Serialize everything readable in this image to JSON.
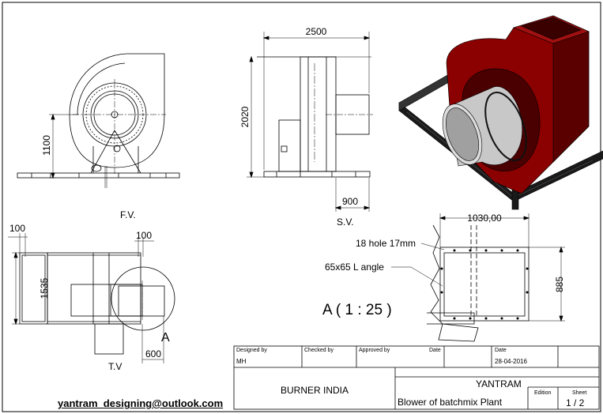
{
  "views": {
    "front_label": "F.V.",
    "side_label": "S.V.",
    "top_label": "T.V",
    "detail_callout": "A",
    "detail_label": "A ( 1 : 25 )"
  },
  "dimensions": {
    "side_width": "2500",
    "side_height": "2020",
    "front_center_height": "1100",
    "side_outlet": "900",
    "top_left": "100",
    "top_right": "100",
    "top_height": "1535",
    "top_bottom": "600",
    "detail_width": "1030,00",
    "detail_height": "885"
  },
  "notes": {
    "holes": "18 hole 17mm",
    "angle": "65x65 L angle"
  },
  "title_block": {
    "designed_by_label": "Designed by",
    "checked_by_label": "Checked by",
    "approved_by_label": "Approved by",
    "date_label_1": "Date",
    "date_label_2": "Date",
    "designer": "MH",
    "date": "28-04-2016",
    "company": "BURNER INDIA",
    "client": "YANTRAM",
    "title": "Blower of batchmix Plant",
    "edition_label": "Edition",
    "sheet_label": "Sheet",
    "sheet": "1 / 2"
  },
  "contact": {
    "email": "yantram_designing@outlook.com"
  },
  "colors": {
    "blower_body": "#8b0000",
    "blower_shadow": "#4a0000",
    "frame": "#1a1a1a",
    "inlet": "#c8c8c8"
  }
}
